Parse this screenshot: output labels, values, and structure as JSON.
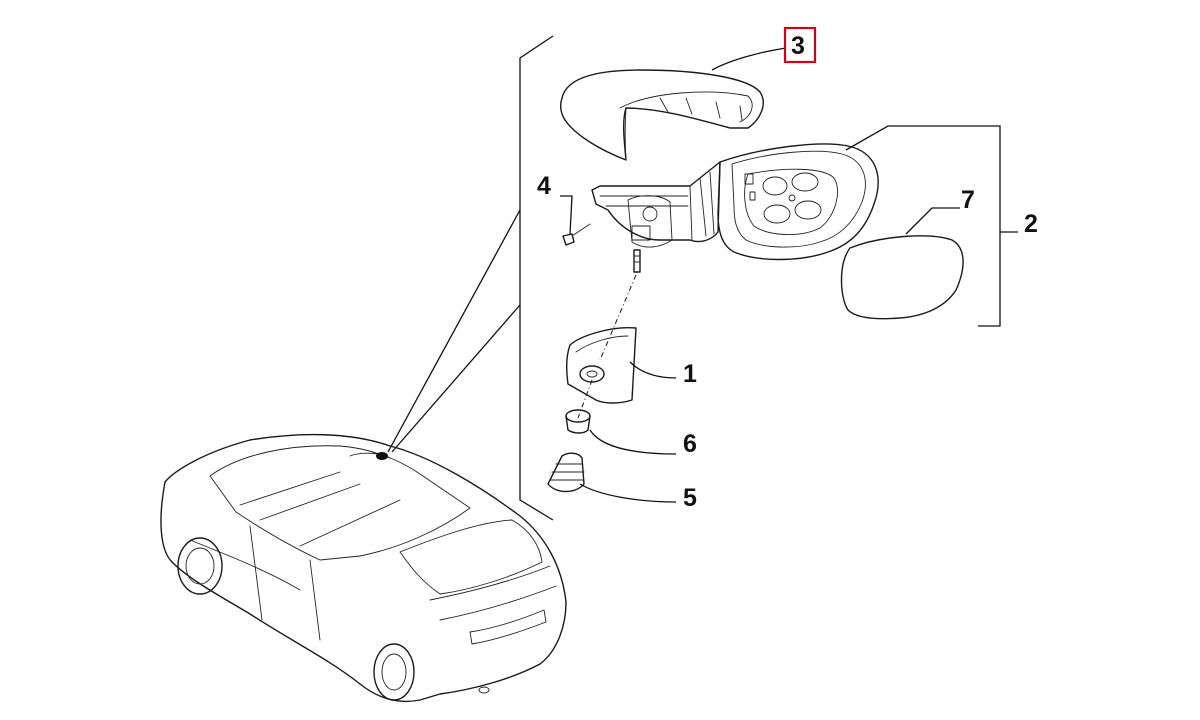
{
  "diagram": {
    "callouts": [
      {
        "id": "callout-1",
        "text": "1"
      },
      {
        "id": "callout-2",
        "text": "2"
      },
      {
        "id": "callout-3",
        "text": "3",
        "highlighted": true
      },
      {
        "id": "callout-4",
        "text": "4"
      },
      {
        "id": "callout-5",
        "text": "5"
      },
      {
        "id": "callout-6",
        "text": "6"
      },
      {
        "id": "callout-7",
        "text": "7"
      }
    ],
    "highlight_color": "#d0021b",
    "line_color": "#1a1a1a"
  }
}
